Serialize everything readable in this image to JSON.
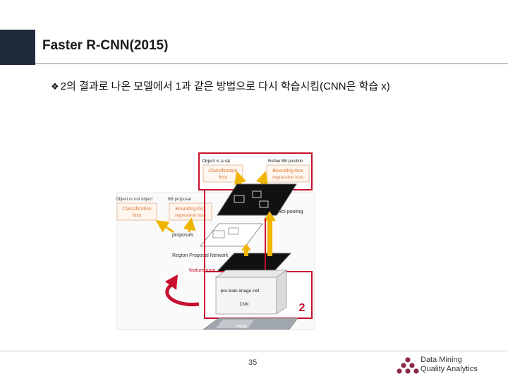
{
  "slide": {
    "title": "Faster R-CNN(2015)",
    "bullet": "2의 결과로 나온 모델에서 1과 같은 방법으로 다시 학습시킴(CNN은 학습 x)",
    "page_number": "35"
  },
  "diagram": {
    "top_box_title_left": "Object is a rat",
    "top_box_title_right": "Refine BB position",
    "cls_loss_top_1": "Classification",
    "cls_loss_top_2": "loss",
    "bb_loss_top_1": "Bounding-box",
    "bb_loss_top_2": "regression loss",
    "left_box_title_left": "Object or not object",
    "left_box_title_right": "BB proposal",
    "cls_loss_left_1": "Classification",
    "cls_loss_left_2": "loss",
    "bb_loss_left_1": "Bounding-box",
    "bb_loss_left_2": "regression loss",
    "roi_pooling": "RoI pooling",
    "proposals": "proposals",
    "rpn": "Region Proposal Network",
    "feature_map": "feature map",
    "pretrain": "pre-train image-net",
    "cnn": "CNN",
    "image": "image",
    "step_number": "2"
  },
  "logo": {
    "line1": "Data Mining",
    "line2": "Quality Analytics"
  },
  "colors": {
    "title_accent": "#1f2a3c",
    "highlight_red": "#c8102e",
    "arrow_yellow": "#f0b400",
    "loss_text": "#d97a3a",
    "logo_purple": "#8a2a4a"
  }
}
